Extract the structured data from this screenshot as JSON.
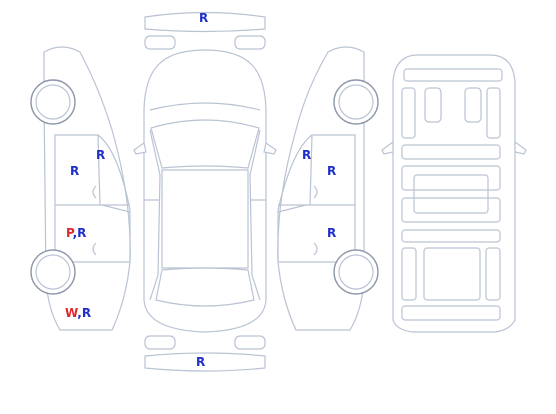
{
  "marks": {
    "roof_top": "R",
    "roof_bottom": "R",
    "left_front_door": "R",
    "left_front_door_upper": "R",
    "left_rear_door_p": "P",
    "left_rear_door_sep": ",",
    "left_rear_door_r": "R",
    "left_rear_fender_w": "W",
    "left_rear_fender_sep": ",",
    "left_rear_fender_r": "R",
    "right_pillar": "R",
    "right_front_door": "R",
    "right_rear_door": "R"
  },
  "colors": {
    "outline": "#b9c3d3",
    "wheel": "#8e98aa",
    "mark_blue": "#1f2fc9",
    "mark_red": "#e0282a"
  }
}
